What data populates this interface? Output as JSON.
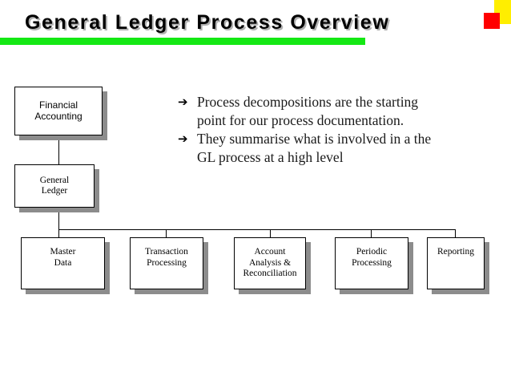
{
  "slide": {
    "title": "General Ledger Process Overview",
    "accent_green": "#14e814",
    "accent_yellow": "#ffee00",
    "accent_red": "#ff0000",
    "shadow_gray": "#8c8c8c"
  },
  "bullets": [
    {
      "glyph": "➔",
      "text": "Process decompositions are the starting point for our process documentation."
    },
    {
      "glyph": "➔",
      "text": "They summarise what is involved in a the GL process at a high level"
    }
  ],
  "diagram": {
    "nodes": [
      {
        "id": "financial",
        "label": "Financial\nAccounting"
      },
      {
        "id": "gl",
        "label": "General\nLedger"
      },
      {
        "id": "master",
        "label": "Master\nData"
      },
      {
        "id": "trans",
        "label": "Transaction\nProcessing"
      },
      {
        "id": "account",
        "label": "Account\nAnalysis &\nReconciliation"
      },
      {
        "id": "periodic",
        "label": "Periodic\nProcessing"
      },
      {
        "id": "reporting",
        "label": "Reporting"
      }
    ]
  }
}
